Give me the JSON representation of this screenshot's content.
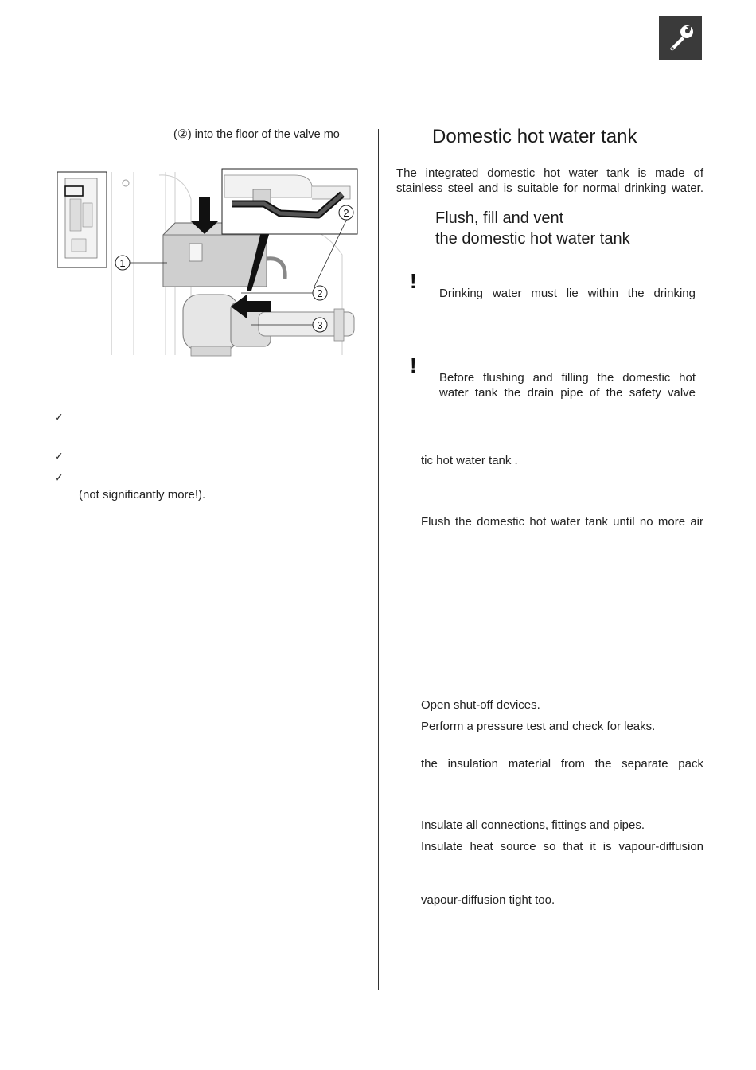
{
  "header": {
    "icon": "wrench-icon"
  },
  "left": {
    "intro_text": "(②) into the floor of the valve mo",
    "figure": {
      "callouts": [
        "1",
        "2",
        "2",
        "3"
      ]
    },
    "checklist": [
      {
        "mark": "✓",
        "text": ""
      },
      {
        "mark": "✓",
        "text": ""
      },
      {
        "mark": "✓",
        "text": ""
      }
    ],
    "checklist_continuation": "(not significantly more!)."
  },
  "right": {
    "title": "Domestic hot water tank",
    "intro": "The integrated domestic hot water tank is made of stainless steel and is suitable for normal drinking water.",
    "subtitle_line1": "Flush, fill and vent",
    "subtitle_line2": "the domestic hot water tank",
    "warning1": {
      "mark": "!",
      "text": "Drinking water must lie within the drinking"
    },
    "warning2": {
      "mark": "!",
      "line1": "Before flushing and filling the domestic hot",
      "line2": "water tank the drain pipe of the safety valve"
    },
    "steps": [
      "tic hot water tank .",
      "Flush the domestic hot water tank until no more air",
      "Open shut-off devices.",
      "Perform a pressure test and check for leaks.",
      "the insulation material from the separate pack",
      "Insulate all connections, fittings and pipes.",
      "Insulate heat source so that it is vapour-diffusion",
      "vapour-diffusion tight too."
    ]
  }
}
